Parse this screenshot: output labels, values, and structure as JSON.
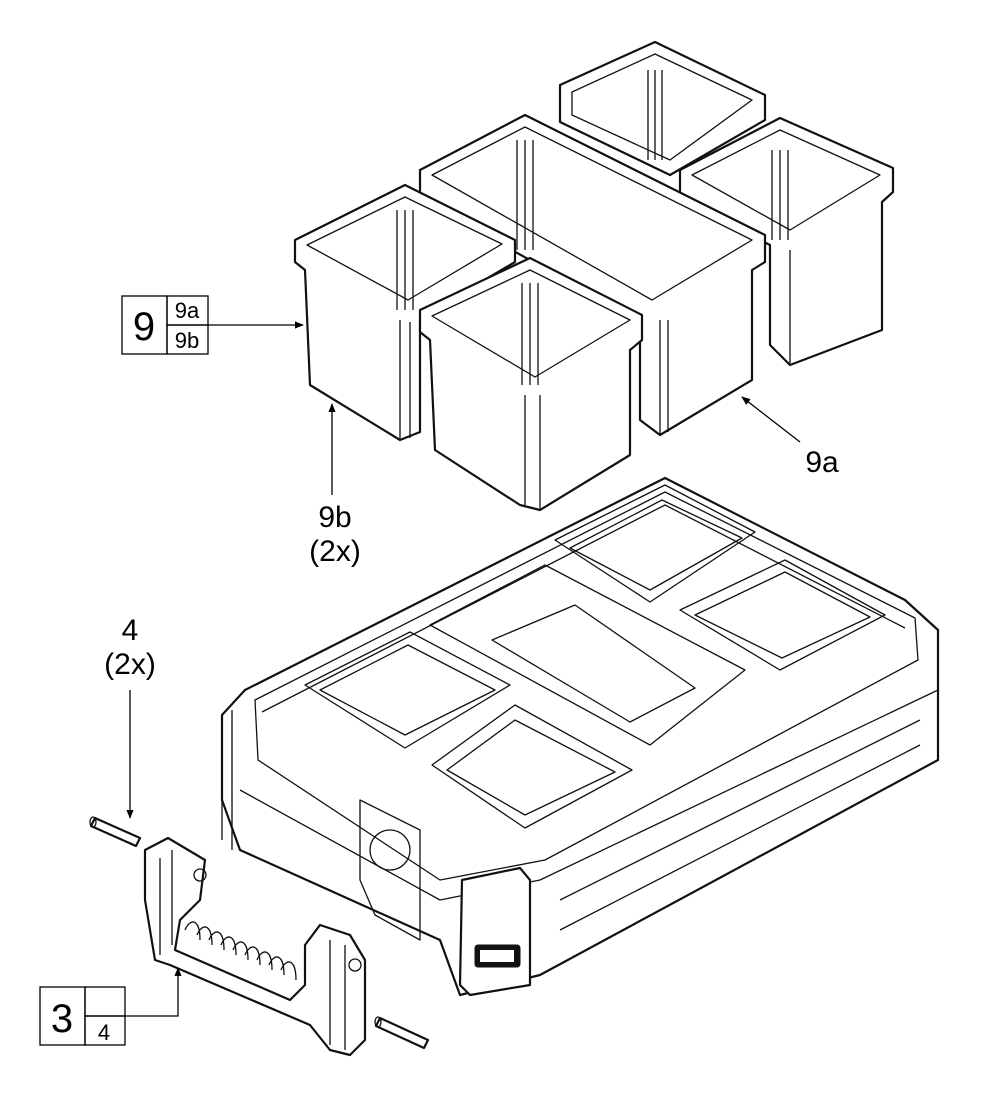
{
  "callouts": {
    "box9": {
      "main": "9",
      "sub_a": "9a",
      "sub_b": "9b"
    },
    "label_9a": "9a",
    "label_9b": {
      "line1": "9b",
      "line2": "(2x)"
    },
    "label_4": {
      "line1": "4",
      "line2": "(2x)"
    },
    "box3": {
      "main": "3",
      "sub": "4"
    }
  },
  "colors": {
    "ink": "#000000",
    "paper": "#ffffff"
  }
}
